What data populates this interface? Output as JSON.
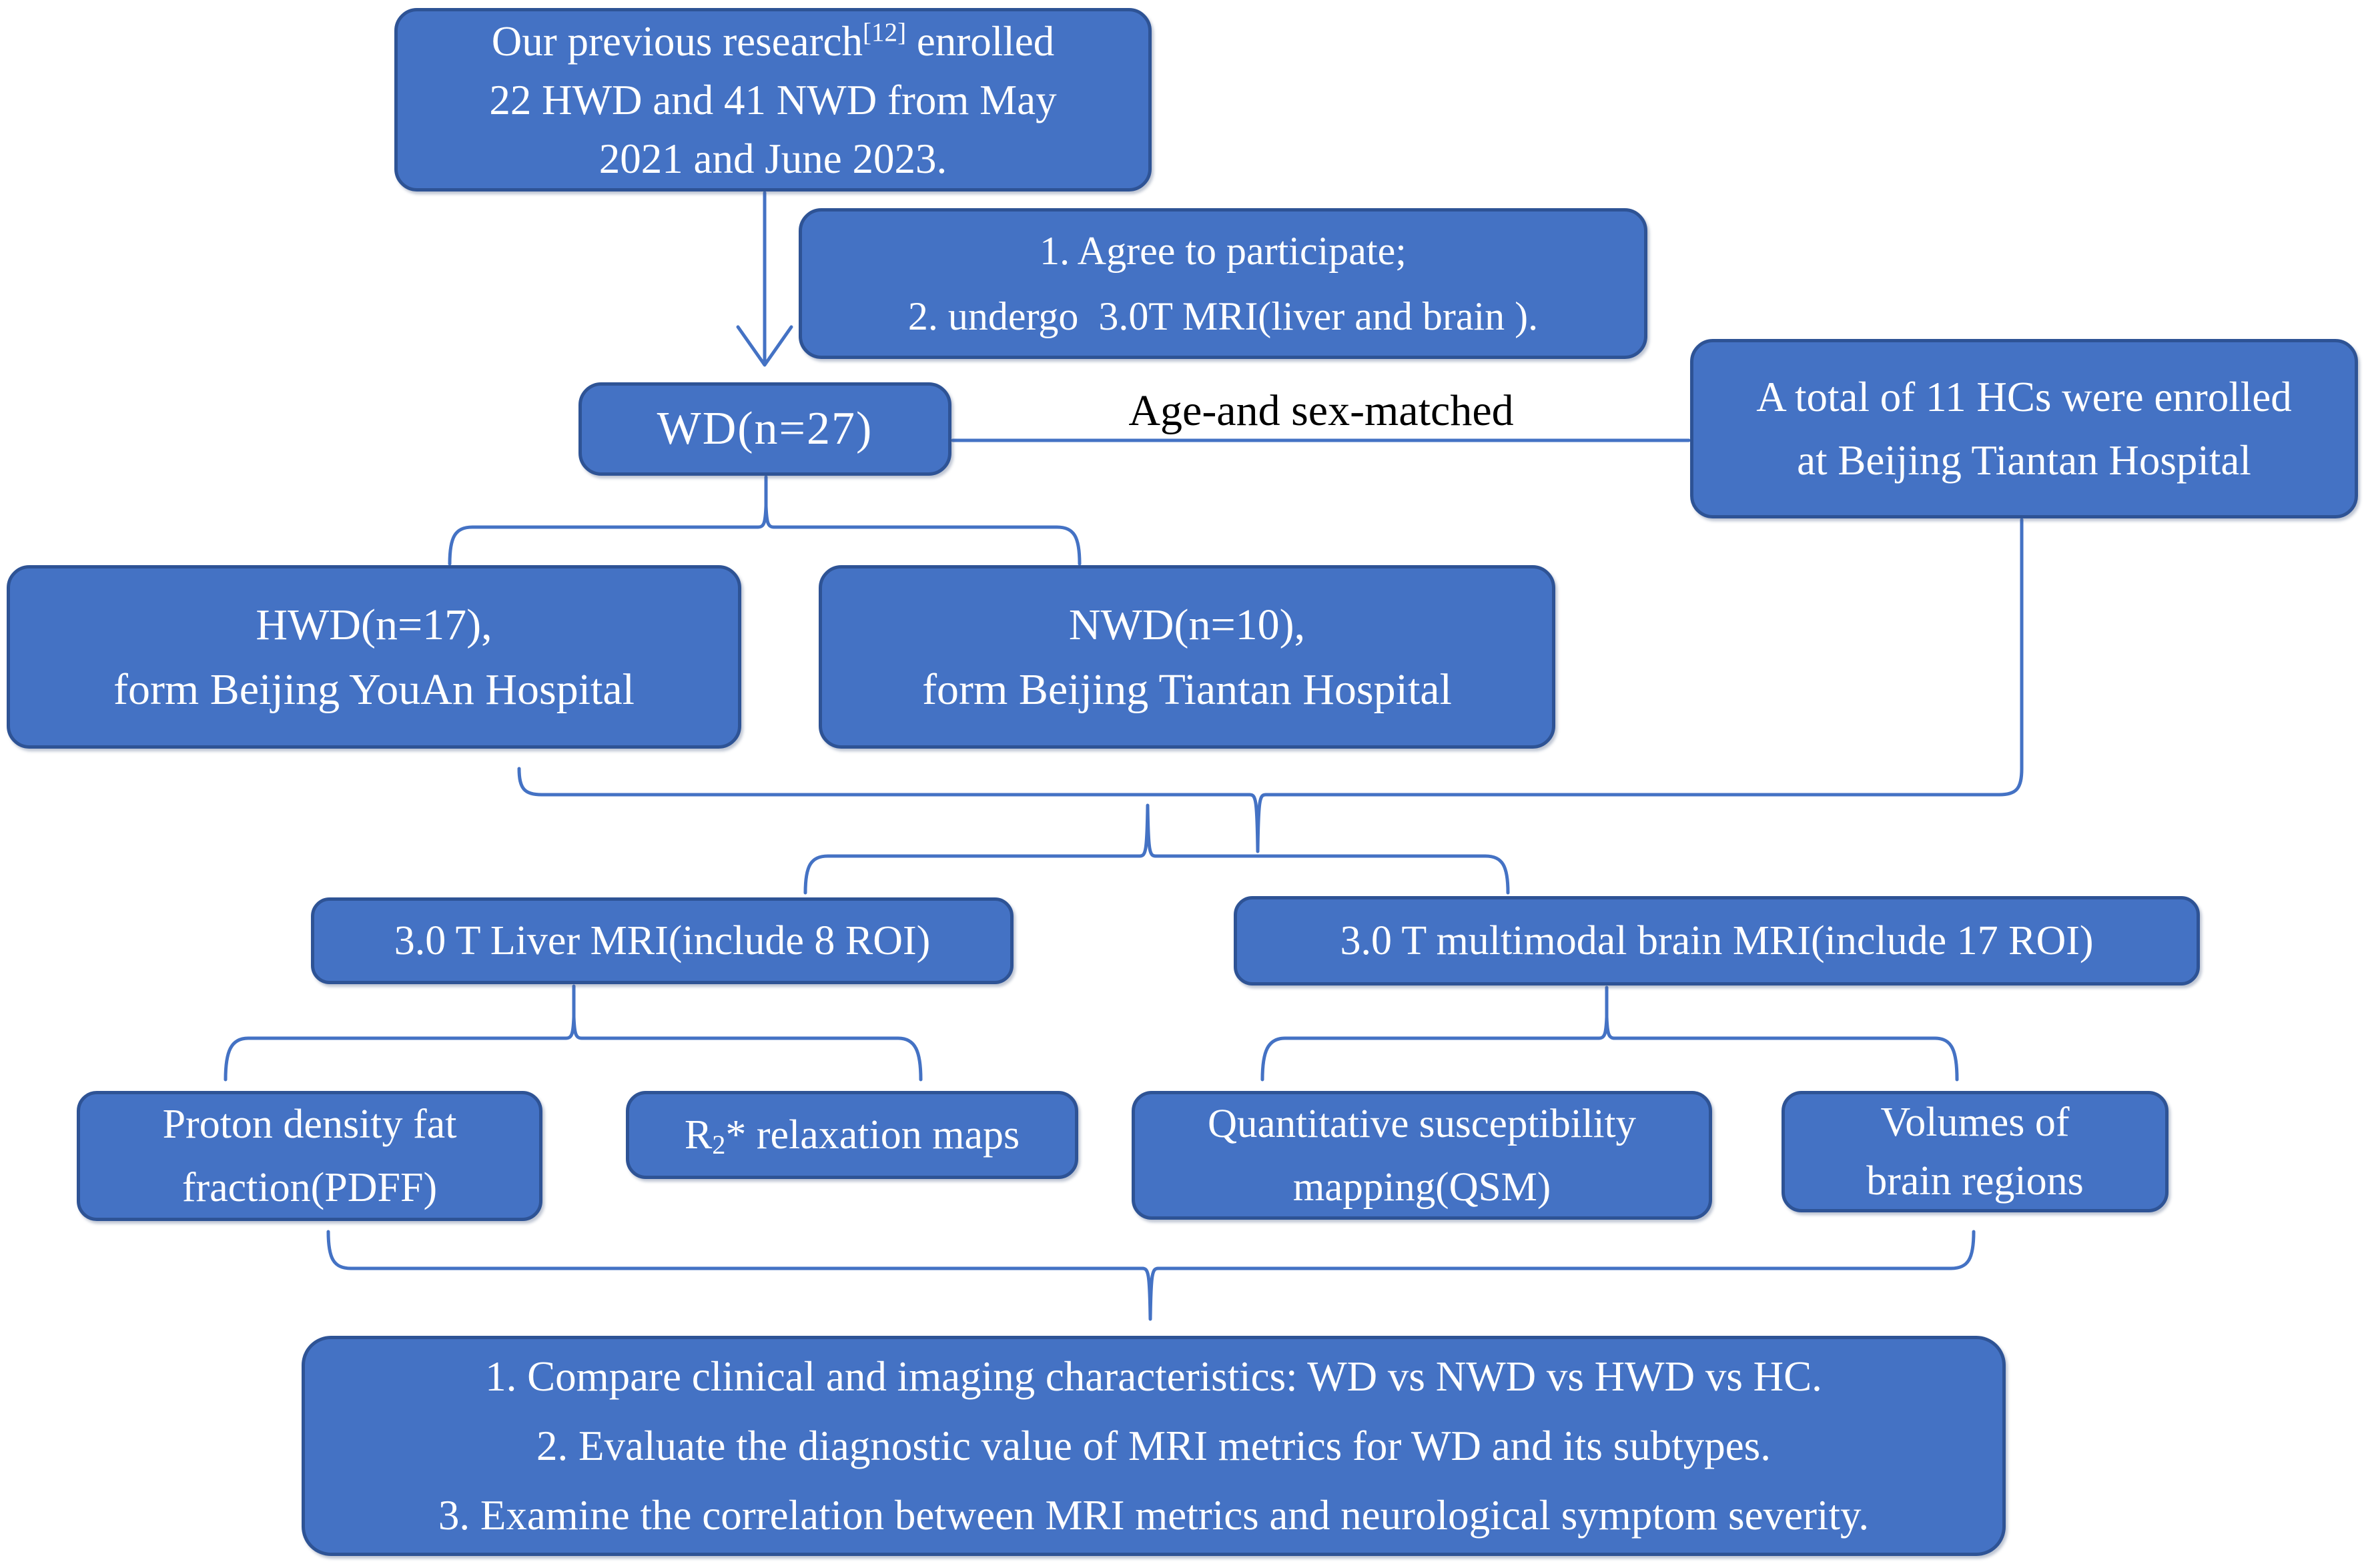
{
  "figure": {
    "type": "study-flowchart",
    "background_color": "#ffffff",
    "box_fill_color": "#4472C4",
    "box_border_color": "#2E5395",
    "connector_color": "#4472C4",
    "box_text_color": "#ffffff",
    "label_text_color": "#000000"
  },
  "boxes": {
    "previous_research": {
      "line1_prefix": "Our previous research",
      "line1_sup": "[12]",
      "line1_suffix": " enrolled",
      "line2": "22 HWD and 41 NWD from May",
      "line3": "2021 and June 2023."
    },
    "inclusion": {
      "line1": "1. Agree to participate;",
      "line2": "2. undergo  3.0T MRI(liver and brain )."
    },
    "wd": {
      "line1": "WD(n=27)"
    },
    "hc": {
      "line1": "A total of 11 HCs were enrolled",
      "line2": "at Beijing Tiantan Hospital"
    },
    "hwd": {
      "line1": "HWD(n=17),",
      "line2": "form Beijing YouAn Hospital"
    },
    "nwd": {
      "line1": "NWD(n=10),",
      "line2": "form Beijing Tiantan Hospital"
    },
    "liver_mri": {
      "line1": "3.0 T Liver MRI(include 8 ROI)"
    },
    "brain_mri": {
      "line1": "3.0 T multimodal brain MRI(include 17 ROI)"
    },
    "pdff": {
      "line1": "Proton density fat",
      "line2": "fraction(PDFF)"
    },
    "r2star": {
      "prefix": "R",
      "sub": "2",
      "suffix": "* relaxation maps"
    },
    "qsm": {
      "line1": "Quantitative susceptibility",
      "line2": "mapping(QSM)"
    },
    "volumes": {
      "line1": "Volumes of",
      "line2": "brain regions"
    },
    "aims": {
      "line1": "1. Compare clinical and imaging characteristics: WD vs NWD vs HWD vs HC.",
      "line2": "2. Evaluate the diagnostic value of MRI metrics for WD and its subtypes.",
      "line3": "3. Examine the correlation between MRI metrics and neurological symptom severity."
    }
  },
  "labels": {
    "age_sex_match": "Age-and sex-matched"
  }
}
